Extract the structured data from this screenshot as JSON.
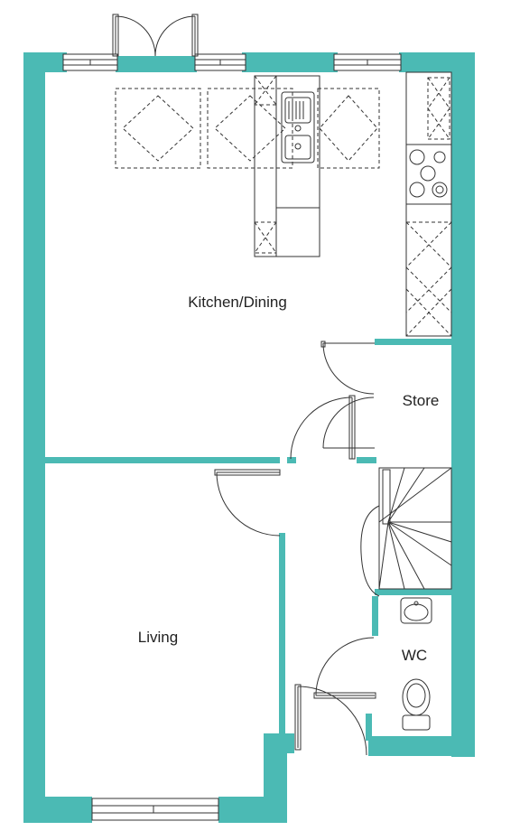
{
  "colors": {
    "wall": "#4bbab4",
    "line": "#222222",
    "fixture": "#333333"
  },
  "rooms": {
    "kitchen_dining": "Kitchen/Dining",
    "store": "Store",
    "living": "Living",
    "wc": "WC"
  }
}
